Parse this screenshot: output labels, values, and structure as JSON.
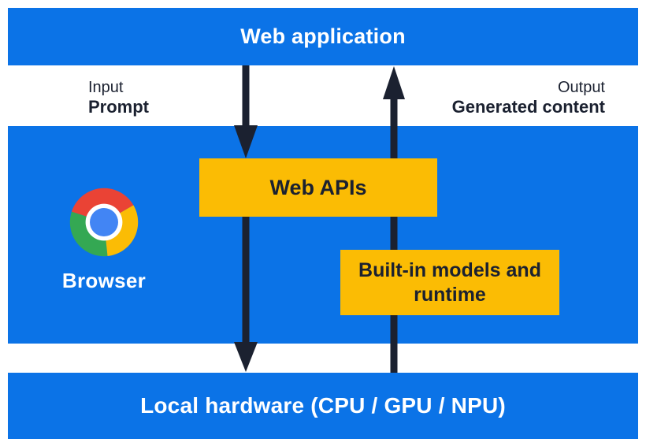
{
  "colors": {
    "blue": "#0b73e7",
    "yellow": "#fbbc04",
    "dark": "#1b2130",
    "white": "#ffffff",
    "chrome_red": "#ea4335",
    "chrome_green": "#34a853",
    "chrome_yellow": "#fbbc05",
    "chrome_blue": "#4285f4"
  },
  "top_bar": {
    "label": "Web application"
  },
  "io_labels": {
    "input_title": "Input",
    "input_value": "Prompt",
    "output_title": "Output",
    "output_value": "Generated content"
  },
  "browser_panel": {
    "icon": "chrome-logo",
    "label": "Browser",
    "web_apis_label": "Web APIs",
    "builtin_label": "Built-in models and runtime"
  },
  "bottom_bar": {
    "label": "Local hardware (CPU / GPU / NPU)"
  },
  "arrows": [
    {
      "name": "input-flow",
      "direction": "down"
    },
    {
      "name": "output-flow",
      "direction": "up"
    }
  ]
}
